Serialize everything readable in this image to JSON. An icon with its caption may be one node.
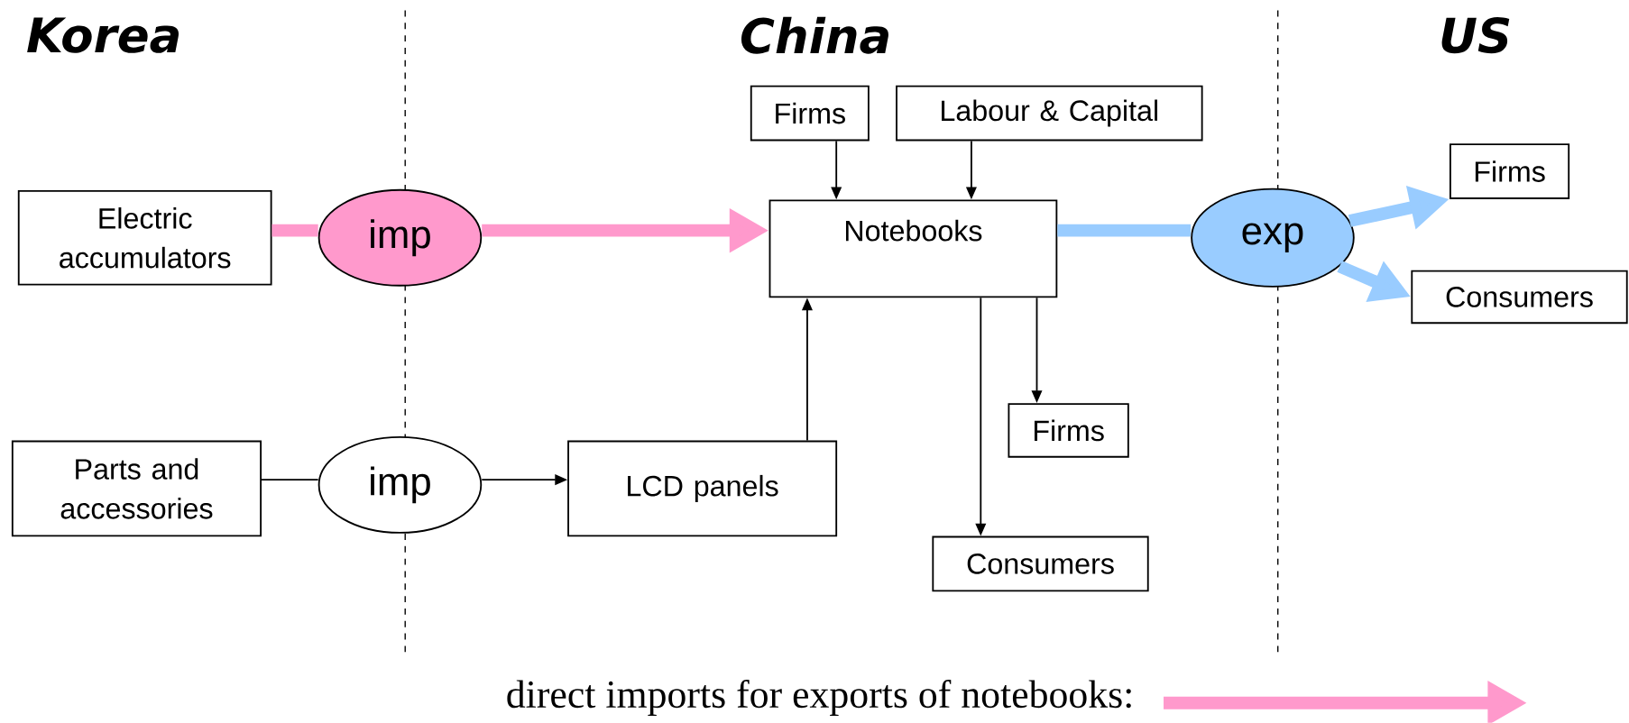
{
  "diagram": {
    "nodes": [
      {
        "text": [
          "Electric accumulators"
        ]
      },
      {
        "text": [
          "imp"
        ]
      },
      {
        "text": [
          "Notebooks"
        ]
      },
      {
        "text": [
          "Firms"
        ]
      },
      {
        "text": [
          "Labour & Capital"
        ]
      },
      {
        "text": [
          "exp"
        ]
      },
      {
        "text": [
          "Firms"
        ]
      },
      {
        "text": [
          "Consumers"
        ]
      },
      {
        "text": [
          "Parts and accessories"
        ]
      },
      {
        "text": [
          "imp"
        ]
      },
      {
        "text": [
          "LCD panels"
        ]
      },
      {
        "text": [
          "Firms"
        ]
      },
      {
        "text": [
          "Consumers"
        ]
      }
    ],
    "edges": [
      {
        "from": 0,
        "to": 1,
        "arrow": "none",
        "style": "thick",
        "color": "#ff99cc"
      },
      {
        "from": 1,
        "to": 2,
        "arrow": "to",
        "style": "thick",
        "color": "#ff99cc"
      },
      {
        "from": 3,
        "to": 2,
        "arrow": "to"
      },
      {
        "from": 4,
        "to": 2,
        "arrow": "to"
      },
      {
        "from": 2,
        "to": 5,
        "arrow": "none",
        "style": "thick",
        "color": "#99ccff"
      },
      {
        "from": 5,
        "to": 6,
        "arrow": "to",
        "style": "thick",
        "color": "#99ccff"
      },
      {
        "from": 5,
        "to": 7,
        "arrow": "to",
        "style": "thick",
        "color": "#99ccff"
      },
      {
        "from": 8,
        "to": 9,
        "arrow": "none"
      },
      {
        "from": 9,
        "to": 10,
        "arrow": "to"
      },
      {
        "from": 10,
        "to": 2,
        "arrow": "to"
      },
      {
        "from": 2,
        "to": 11,
        "arrow": "to"
      },
      {
        "from": 2,
        "to": 12,
        "arrow": "to"
      }
    ],
    "labels": [
      "Korea",
      "China",
      "US"
    ],
    "legend": [
      {
        "text": "direct imports for exports of notebooks:"
      }
    ]
  }
}
